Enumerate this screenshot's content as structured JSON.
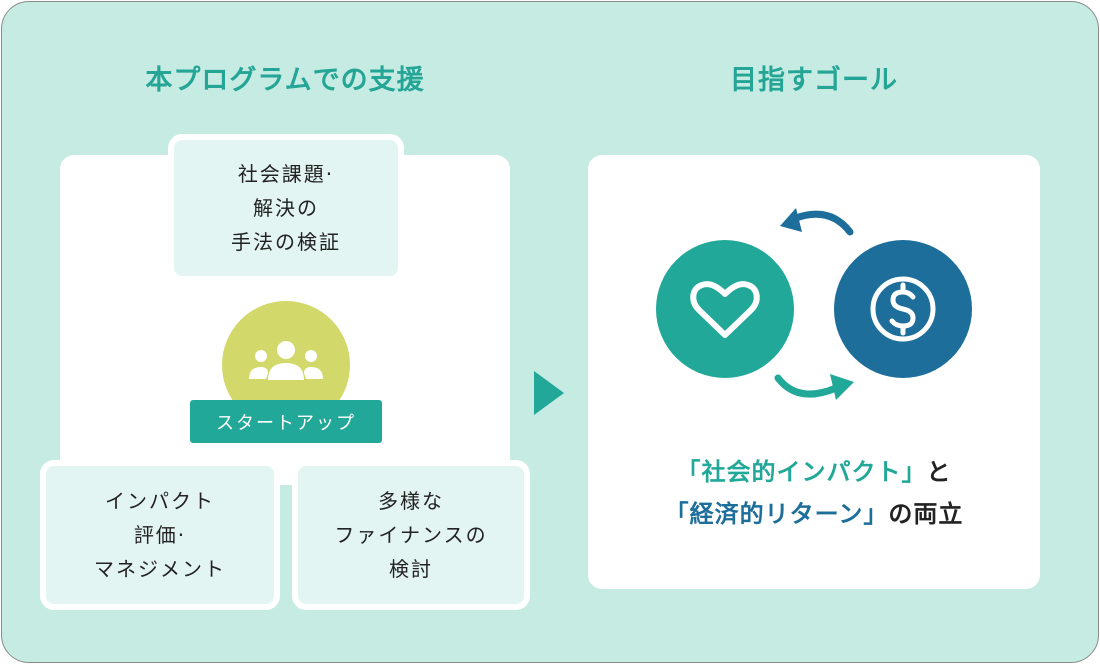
{
  "headings": {
    "left": "本プログラムでの支援",
    "right": "目指すゴール"
  },
  "cards": {
    "top": [
      "社会課題·",
      "解決の",
      "手法の検証"
    ],
    "bottom_left": [
      "インパクト",
      "評価·",
      "マネジメント"
    ],
    "bottom_right": [
      "多様な",
      "ファイナンスの",
      "検討"
    ]
  },
  "startup_label": "スタートアップ",
  "goal": {
    "line1_quoted": "「社会的インパクト」",
    "line1_suffix": "と",
    "line2_quoted": "「経済的リターン」",
    "line2_suffix": "の両立"
  },
  "icons": [
    "people-icon",
    "heart-icon",
    "dollar-icon",
    "cycle-arrow-icon",
    "play-arrow-icon"
  ],
  "colors": {
    "background": "#c5ebe2",
    "teal": "#22a898",
    "navy": "#1e6e9b",
    "lime": "#d2d869",
    "card": "#e3f5f2"
  }
}
